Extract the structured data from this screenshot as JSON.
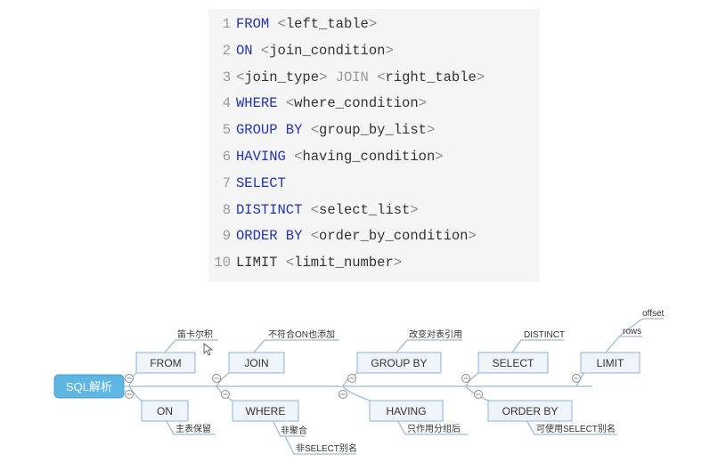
{
  "code": {
    "lines": [
      {
        "num": "1",
        "parts": [
          {
            "t": "FROM",
            "c": "kw"
          },
          {
            "t": " "
          },
          {
            "t": "<",
            "c": "ang"
          },
          {
            "t": "left_table"
          },
          {
            "t": ">",
            "c": "ang"
          }
        ]
      },
      {
        "num": "2",
        "parts": [
          {
            "t": "ON",
            "c": "kw"
          },
          {
            "t": " "
          },
          {
            "t": "<",
            "c": "ang"
          },
          {
            "t": "join_condition"
          },
          {
            "t": ">",
            "c": "ang"
          }
        ]
      },
      {
        "num": "3",
        "parts": [
          {
            "t": "<",
            "c": "ang"
          },
          {
            "t": "join_type"
          },
          {
            "t": ">",
            "c": "ang"
          },
          {
            "t": " "
          },
          {
            "t": "JOIN",
            "c": "kw2"
          },
          {
            "t": " "
          },
          {
            "t": "<",
            "c": "ang"
          },
          {
            "t": "right_table"
          },
          {
            "t": ">",
            "c": "ang"
          }
        ]
      },
      {
        "num": "4",
        "parts": [
          {
            "t": "WHERE",
            "c": "kw"
          },
          {
            "t": " "
          },
          {
            "t": "<",
            "c": "ang"
          },
          {
            "t": "where_condition"
          },
          {
            "t": ">",
            "c": "ang"
          }
        ]
      },
      {
        "num": "5",
        "parts": [
          {
            "t": "GROUP BY",
            "c": "kw"
          },
          {
            "t": " "
          },
          {
            "t": "<",
            "c": "ang"
          },
          {
            "t": "group_by_list"
          },
          {
            "t": ">",
            "c": "ang"
          }
        ]
      },
      {
        "num": "6",
        "parts": [
          {
            "t": "HAVING",
            "c": "kw"
          },
          {
            "t": " "
          },
          {
            "t": "<",
            "c": "ang"
          },
          {
            "t": "having_condition"
          },
          {
            "t": ">",
            "c": "ang"
          }
        ]
      },
      {
        "num": "7",
        "parts": [
          {
            "t": "SELECT",
            "c": "kw"
          }
        ]
      },
      {
        "num": "8",
        "parts": [
          {
            "t": "DISTINCT",
            "c": "kw"
          },
          {
            "t": " "
          },
          {
            "t": "<",
            "c": "ang"
          },
          {
            "t": "select_list"
          },
          {
            "t": ">",
            "c": "ang"
          }
        ]
      },
      {
        "num": "9",
        "parts": [
          {
            "t": "ORDER BY",
            "c": "kw"
          },
          {
            "t": " "
          },
          {
            "t": "<",
            "c": "ang"
          },
          {
            "t": "order_by_condition"
          },
          {
            "t": ">",
            "c": "ang"
          }
        ]
      },
      {
        "num": "10",
        "parts": [
          {
            "t": "LIMIT"
          },
          {
            "t": " "
          },
          {
            "t": "<",
            "c": "ang"
          },
          {
            "t": "limit_number"
          },
          {
            "t": ">",
            "c": "ang"
          }
        ]
      }
    ]
  },
  "mindmap": {
    "root": "SQL解析",
    "colors": {
      "root_fill": "#5eb6e3",
      "box_fill": "#eef4fa",
      "box_stroke": "#8fb6d8",
      "line": "#9cbcd9"
    },
    "top_nodes": [
      {
        "label": "FROM",
        "note": "笛卡尔积"
      },
      {
        "label": "JOIN",
        "note": "不符合ON也添加"
      },
      {
        "label": "GROUP BY",
        "note": "改变对表引用"
      },
      {
        "label": "SELECT",
        "note": "DISTINCT"
      },
      {
        "label": "LIMIT",
        "note": "rows",
        "note2": "offset"
      }
    ],
    "bottom_nodes": [
      {
        "label": "ON",
        "note": "主表保留"
      },
      {
        "label": "WHERE",
        "note": "非聚合",
        "note2": "非SELECT别名"
      },
      {
        "label": "HAVING",
        "note": "只作用分组后"
      },
      {
        "label": "ORDER BY",
        "note": "可使用SELECT别名"
      }
    ]
  }
}
